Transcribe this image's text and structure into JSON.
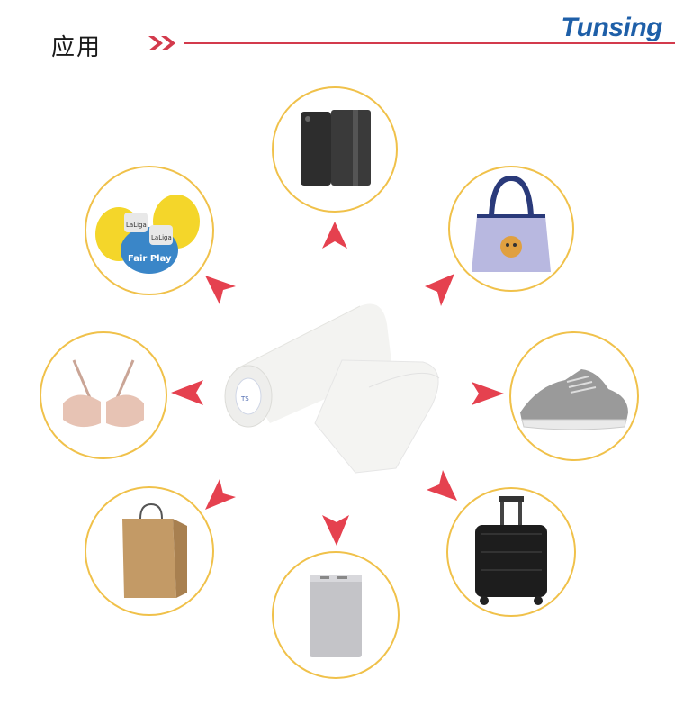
{
  "header": {
    "title": "应用",
    "brand": "Tunsing"
  },
  "colors": {
    "accent": "#d33a4c",
    "ring": "#f0c14a",
    "brand": "#1e5fa8"
  },
  "items": [
    {
      "icon": "phone-case-icon"
    },
    {
      "icon": "handbag-icon"
    },
    {
      "icon": "sneaker-icon"
    },
    {
      "icon": "suitcase-icon"
    },
    {
      "icon": "power-bank-icon"
    },
    {
      "icon": "paper-bag-icon"
    },
    {
      "icon": "bra-icon"
    },
    {
      "icon": "badge-patches-icon"
    }
  ],
  "patch_labels": [
    "LaLiga",
    "LaLiga",
    "Fair Play"
  ]
}
